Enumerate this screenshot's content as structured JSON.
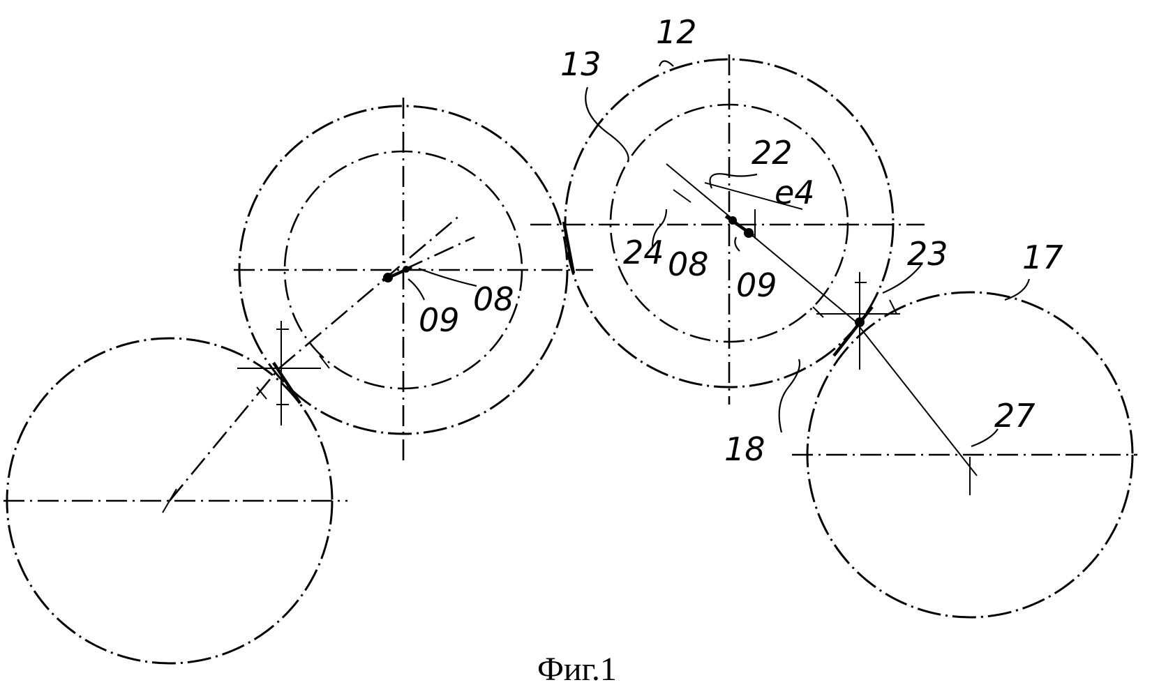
{
  "figure": {
    "caption": "Фиг.1",
    "labels": {
      "l12": "12",
      "l13": "13",
      "l22": "22",
      "le4": "e4",
      "l24": "24",
      "l08_right": "08",
      "l09_right": "09",
      "l23": "23",
      "l17": "17",
      "l18": "18",
      "l27": "27",
      "l09_left": "09",
      "l08_left": "08"
    }
  }
}
